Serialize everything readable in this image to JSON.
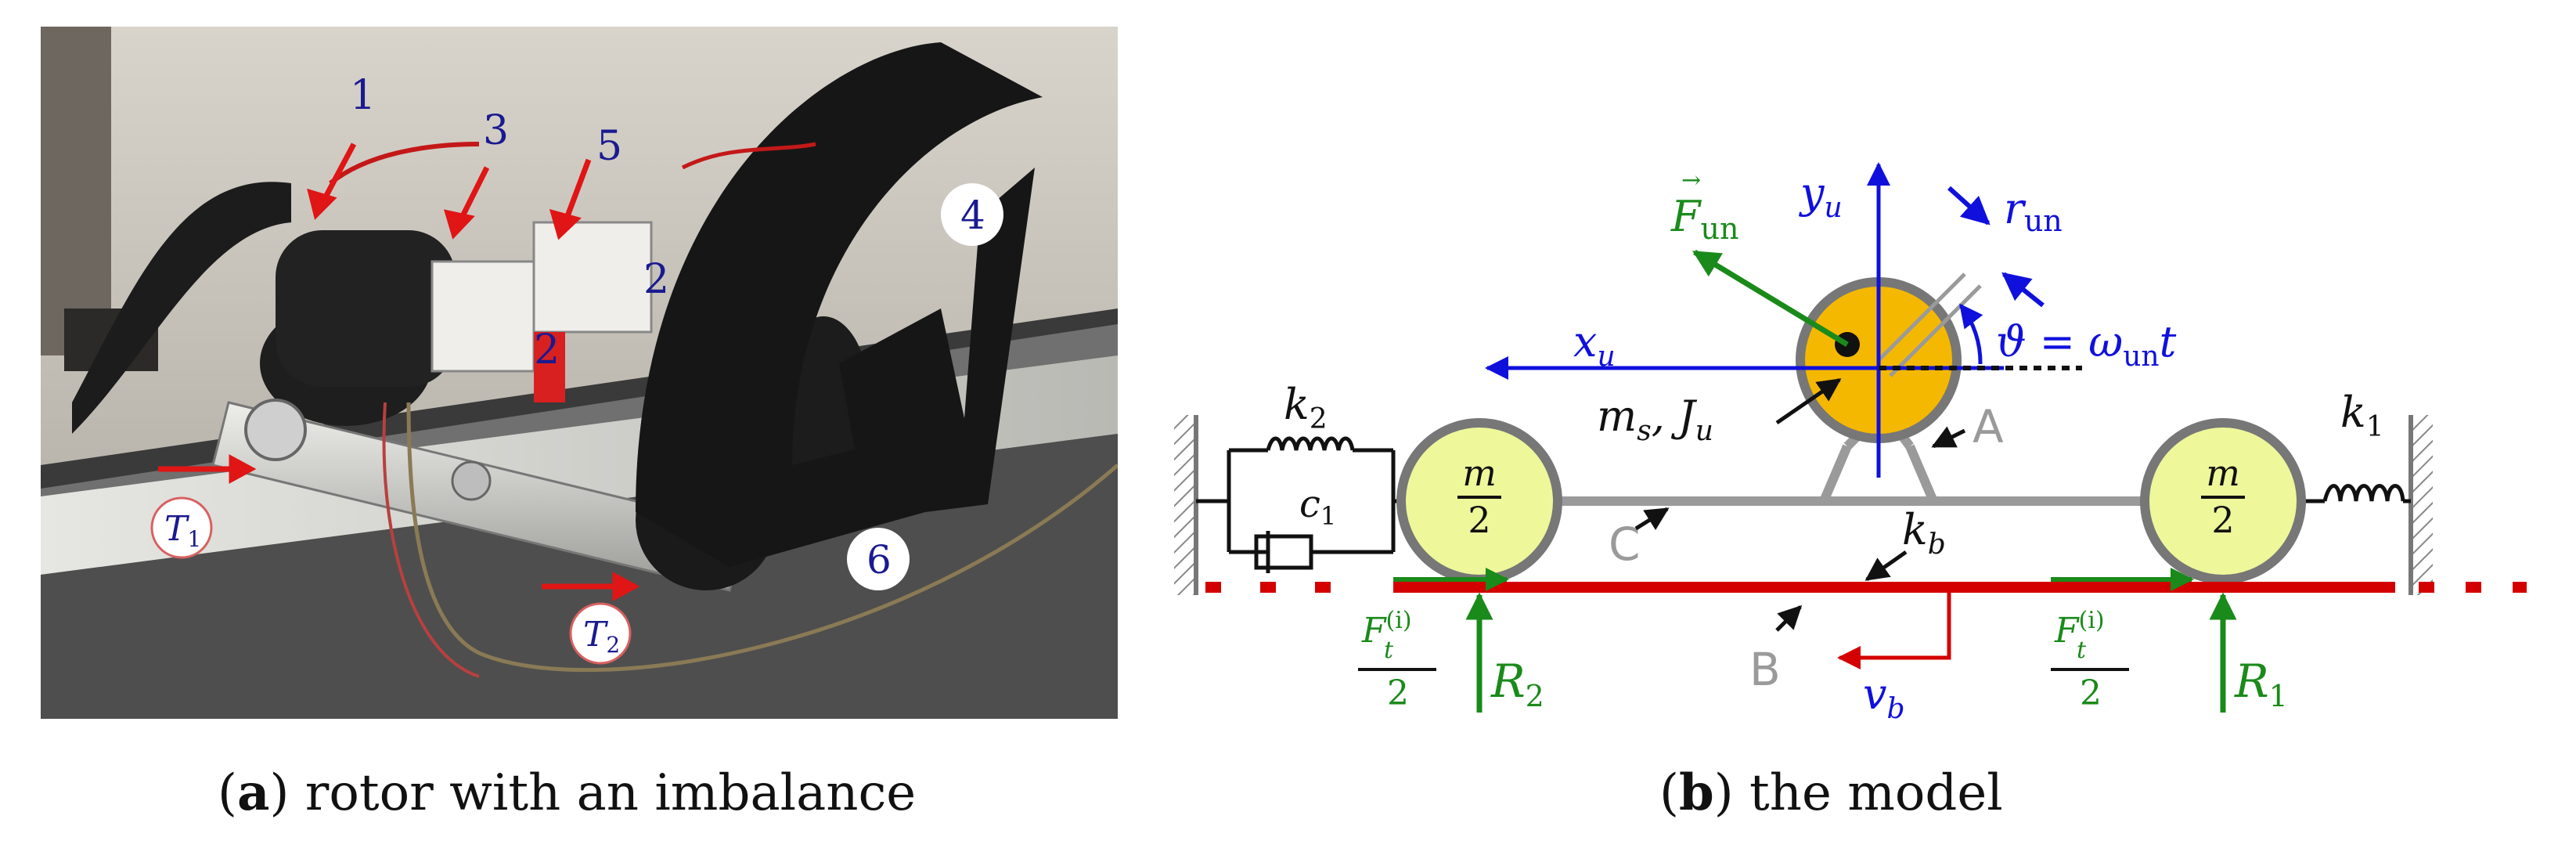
{
  "captions": {
    "a": {
      "letter": "a",
      "open": "(",
      "close": ")",
      "text": " rotor with an imbalance"
    },
    "b": {
      "letter": "b",
      "open": "(",
      "close": ")",
      "text": " the model"
    }
  },
  "photo": {
    "callouts": [
      "1",
      "3",
      "5",
      "2",
      "2",
      "4",
      "6"
    ],
    "t1": {
      "base": "T",
      "sub": "1"
    },
    "t2": {
      "base": "T",
      "sub": "2"
    }
  },
  "model": {
    "k2": {
      "base": "k",
      "sub": "2"
    },
    "c1": {
      "base": "c",
      "sub": "1"
    },
    "k1": {
      "base": "k",
      "sub": "1"
    },
    "kb": {
      "base": "k",
      "sub": "b"
    },
    "roller_mass": {
      "num": "m",
      "den": "2"
    },
    "xu": {
      "base": "x",
      "sub": "u"
    },
    "yu": {
      "base": "y",
      "sub": "u"
    },
    "f_un": {
      "base": "F",
      "sub": "un"
    },
    "r_un": {
      "base": "r",
      "sub": "un"
    },
    "theta": {
      "lhs": "ϑ = ω",
      "sub": "un",
      "rhs": "t"
    },
    "ms_ju": {
      "m": "m",
      "ms": "s",
      "sep": ", J",
      "ju": "u"
    },
    "point_a": "A",
    "point_b": "B",
    "point_c": "C",
    "vb": {
      "base": "v",
      "sub": "b"
    },
    "ft_left": {
      "base": "F",
      "sup": "(i)",
      "sub": "t",
      "den": "2"
    },
    "ft_right": {
      "base": "F",
      "sup": "(i)",
      "sub": "t",
      "den": "2"
    },
    "r2": {
      "base": "R",
      "sub": "2"
    },
    "r1": {
      "base": "R",
      "sub": "1"
    },
    "colors": {
      "belt": "#d40000",
      "roller": "#eef79a",
      "rotor": "#f5b800",
      "green": "#1a8a1a",
      "blue": "#1010dd",
      "gray": "#999999"
    }
  }
}
